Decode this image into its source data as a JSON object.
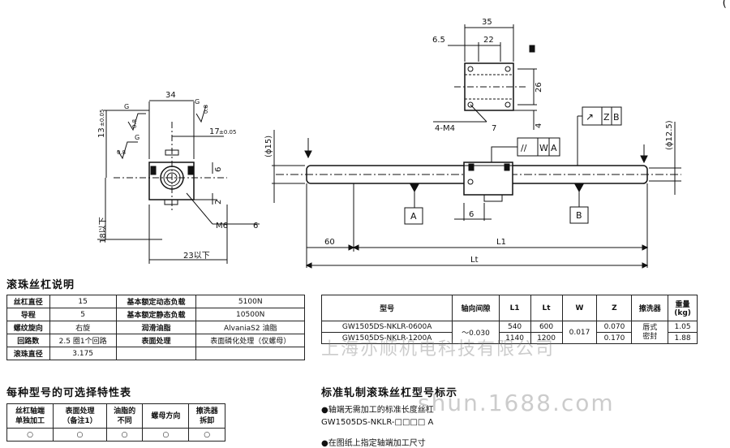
{
  "corner_mark": "(",
  "drawing": {
    "left_view": {
      "width_34": "34",
      "height_13": "13",
      "height_13_tol": "±0.05",
      "offset_17": "17",
      "offset_17_tol": "±0.05",
      "dim_6": "6",
      "dim_2": "2",
      "dim_18": "18以下",
      "dim_23": "23以下",
      "thread": "M6",
      "thread_len": "6",
      "g1": "G",
      "g2": "G",
      "g3": "G",
      "ra1": "0.8",
      "ra2": "0.8",
      "ra3": "0.8"
    },
    "top_view": {
      "width_35": "35",
      "dim_6_5": "6.5",
      "dim_22": "22",
      "dim_26": "26",
      "dim_4": "4",
      "holes": "4-M4",
      "hole_depth": "7"
    },
    "front_view": {
      "dia_15": "(ϕ15)",
      "dia_12_5": "(ϕ12.5)",
      "parallel": "//",
      "datum_w": "W",
      "datum_a": "A",
      "runout": "↗",
      "datum_z": "Z",
      "datum_b": "B",
      "label_a": "A",
      "label_b": "B",
      "dim_6": "6",
      "dim_60": "60",
      "dim_l1": "L1",
      "dim_lt": "Lt"
    }
  },
  "spec_section": {
    "title": "滚珠丝杠说明",
    "rows": [
      [
        "丝杠直径",
        "15",
        "基本额定动态负载",
        "5100N"
      ],
      [
        "导程",
        "5",
        "基本额定静态负载",
        "10500N"
      ],
      [
        "螺纹旋向",
        "右旋",
        "润滑油脂",
        "AlvaniaS2 油脂"
      ],
      [
        "回路数",
        "2.5 圈1个回路",
        "表面处理",
        "表面磷化处理（仅螺母）"
      ],
      [
        "滚珠直径",
        "3.175",
        "",
        ""
      ]
    ]
  },
  "model_table": {
    "headers": [
      "型号",
      "轴向间隙",
      "L1",
      "Lt",
      "W",
      "Z",
      "擦洗器",
      "重量\n(kg)"
    ],
    "rows": [
      [
        "GW1505DS-NKLR-0600A",
        "540",
        "600",
        "0.070",
        "1.05"
      ],
      [
        "GW1505DS-NKLR-1200A",
        "1140",
        "1200",
        "0.170",
        "1.88"
      ]
    ],
    "shared_clearance": "～0.030",
    "shared_w": "0.017",
    "shared_wiper": "唇式\n密封"
  },
  "options_section": {
    "title": "每种型号的可选择特性表",
    "headers": [
      "丝杠轴端\n单独加工",
      "表面处理\n（备注1）",
      "油脂的\n不同",
      "螺母方向",
      "擦洗器\n拆卸"
    ],
    "values": [
      "○",
      "○",
      "○",
      "○",
      "○"
    ]
  },
  "standard_section": {
    "title": "标准轧制滚珠丝杠型号标示",
    "bullet1": "●轴端无需加工的标准长度丝杠",
    "model_code": "GW1505DS-NKLR-□□□□ A",
    "bullet2": "●在图纸上指定轴端加工尺寸"
  },
  "watermark": {
    "company": "上海亦顺机电科技有限公司",
    "site": "shun.1688.com"
  }
}
